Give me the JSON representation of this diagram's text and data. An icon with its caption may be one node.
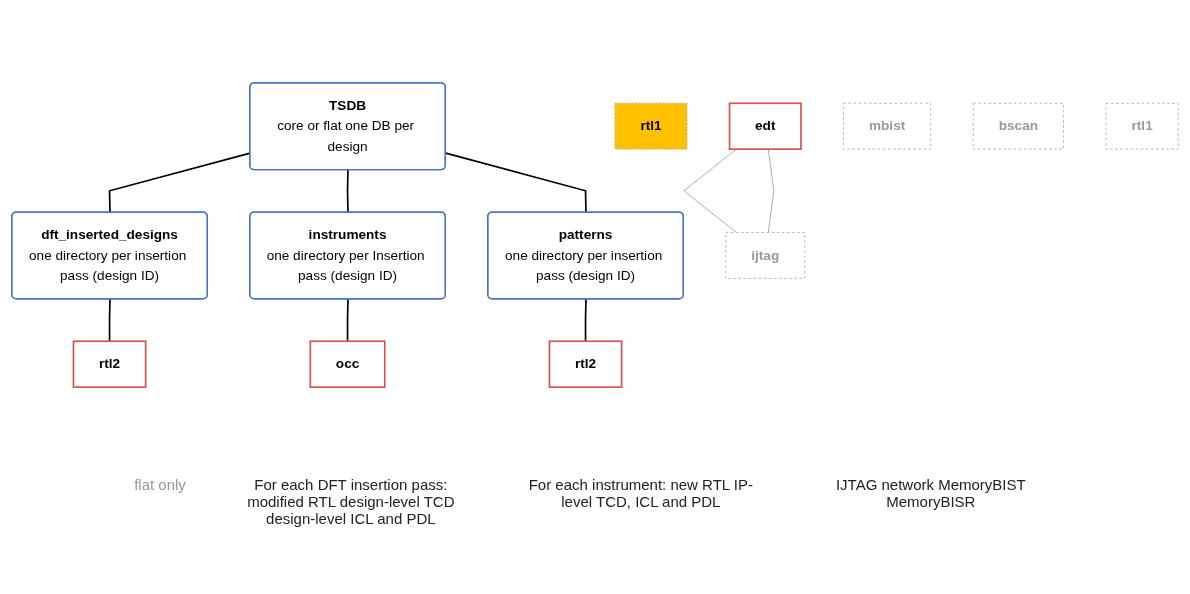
{
  "diagram": {
    "nodes": [
      {
        "text": [
          "TSDB",
          "core or flat one DB per design"
        ]
      },
      {
        "text": [
          "dft_inserted_designs",
          "one directory per insertion pass (design ID)"
        ]
      },
      {
        "text": [
          "instruments",
          "one directory per Insertion pass (design ID)"
        ]
      },
      {
        "text": [
          "patterns",
          "one directory per insertion pass (design ID)"
        ]
      },
      {
        "text": [
          "rtl1"
        ]
      },
      {
        "text": [
          "rtl2"
        ]
      },
      {
        "text": [
          "occ"
        ]
      },
      {
        "text": [
          "edt"
        ]
      },
      {
        "text": [
          "mbist"
        ]
      },
      {
        "text": [
          "ijtag"
        ]
      },
      {
        "text": [
          "bscan"
        ]
      },
      {
        "text": [
          "rtl1"
        ]
      },
      {
        "text": [
          "rtl2"
        ]
      }
    ],
    "edges": [
      {
        "from": 0,
        "to": 1,
        "arrow": "none"
      },
      {
        "from": 0,
        "to": 2,
        "arrow": "none"
      },
      {
        "from": 0,
        "to": 3,
        "arrow": "none"
      },
      {
        "from": 1,
        "to": 5,
        "arrow": "none"
      },
      {
        "from": 2,
        "to": 6,
        "arrow": "none"
      },
      {
        "from": 3,
        "to": 12,
        "arrow": "none"
      },
      {
        "from": 7,
        "to": 9,
        "arrow": "none",
        "color": "#a0a0a0"
      },
      {
        "from": 7,
        "to": 9,
        "arrow": "none",
        "color": "#a0a0a0"
      }
    ],
    "labels": [
      "flat only",
      "For each DFT insertion pass: modified RTL design-level TCD design-level ICL and PDL",
      "For each instrument: new RTL IP-level TCD, ICL and PDL",
      "IJTAG network MemoryBIST MemoryBISR"
    ]
  }
}
